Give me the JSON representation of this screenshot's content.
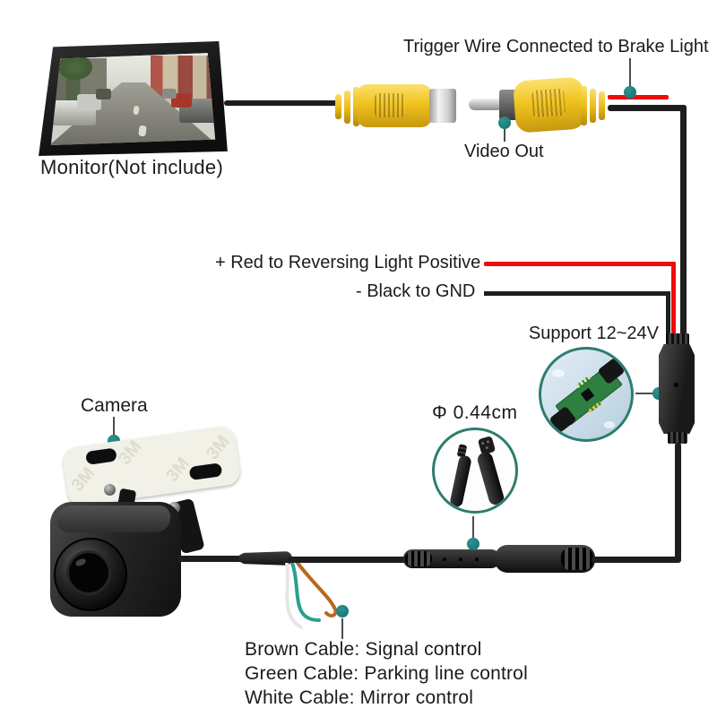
{
  "colors": {
    "accent_teal": "#1c7a78",
    "wire_red": "#ee0b0b",
    "wire_black": "#1e1e1e",
    "rca_yellow": "#f2c41d",
    "circle_border": "#2e7d6e",
    "pcb_green": "#2e8040",
    "wire_brown": "#b9671f",
    "wire_green": "#2aa08c",
    "wire_white": "#e6e6e6",
    "inset_blue": "#cfdfea"
  },
  "monitor": {
    "label": "Monitor(Not include)"
  },
  "rca": {
    "trigger_label": "Trigger Wire Connected to Brake Light",
    "video_out_label": "Video Out"
  },
  "power": {
    "red_label": "+ Red to Reversing Light Positive",
    "gnd_label": "- Black to GND",
    "support_label": "Support 12~24V"
  },
  "camera": {
    "label": "Camera",
    "pad_watermark": "3M"
  },
  "connector_detail": {
    "diameter_label": "Φ 0.44cm"
  },
  "cable_legend": {
    "lines": [
      "Brown Cable: Signal control",
      "Green Cable: Parking line control",
      "White Cable: Mirror control"
    ]
  }
}
